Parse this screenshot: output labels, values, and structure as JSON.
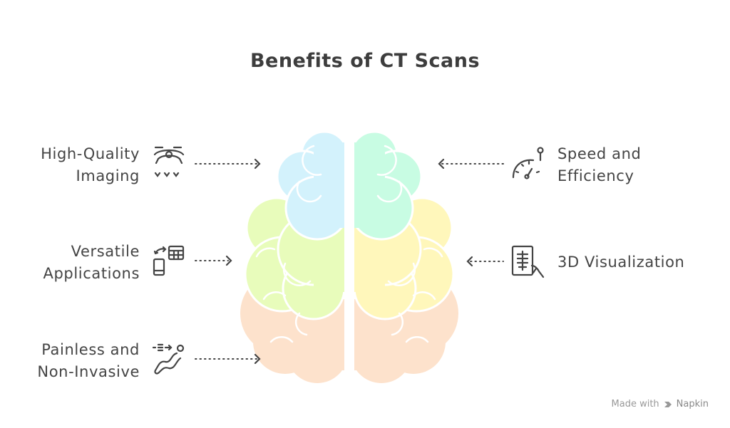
{
  "title": "Benefits of CT Scans",
  "benefits_left": [
    {
      "line1": "High-Quality",
      "line2": "Imaging",
      "icon": "eye-scan-icon"
    },
    {
      "line1": "Versatile",
      "line2": "Applications",
      "icon": "devices-exchange-icon"
    },
    {
      "line1": "Painless and",
      "line2": "Non-Invasive",
      "icon": "smooth-path-icon"
    }
  ],
  "benefits_right": [
    {
      "line1": "Speed and",
      "line2": "Efficiency",
      "icon": "speedometer-icon"
    },
    {
      "line1": "3D Visualization",
      "icon": "xray-scan-icon"
    }
  ],
  "footer": {
    "made_with": "Made with",
    "brand": "Napkin"
  },
  "colors": {
    "blue": "#d3f2fc",
    "green": "#e8fcbb",
    "peach": "#fde2cc",
    "mint": "#c8fce3",
    "yellow": "#fff7bb",
    "text": "#444444"
  }
}
